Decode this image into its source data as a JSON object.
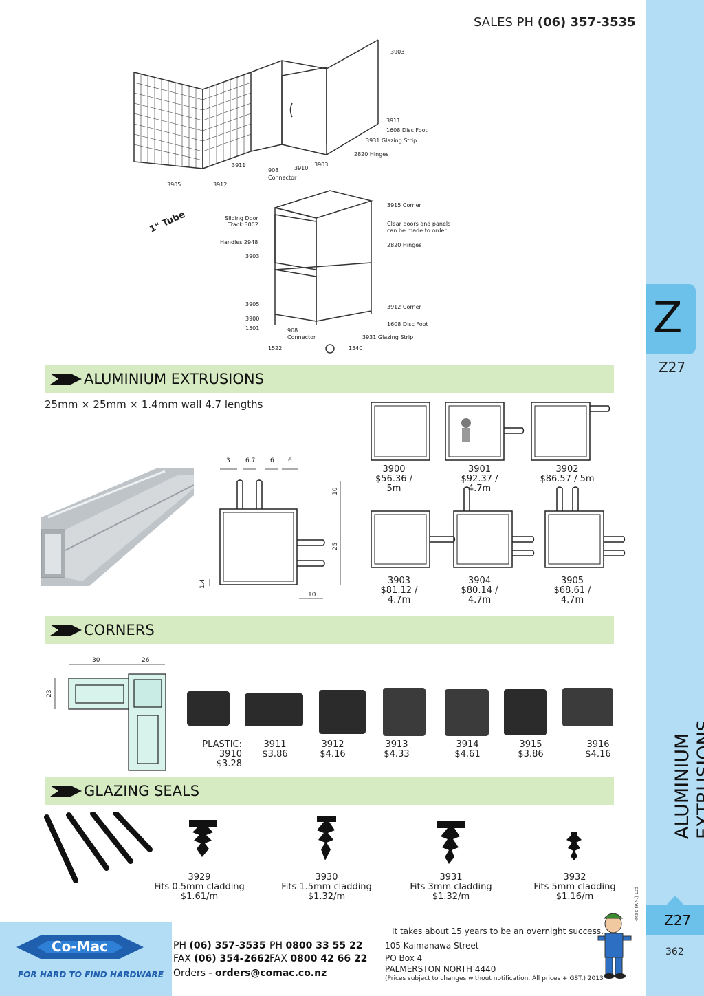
{
  "header": {
    "sales_label": "SALES  PH",
    "sales_phone": "(06) 357-3535"
  },
  "sidebar": {
    "tab_letter": "Z",
    "tab_code": "Z27",
    "vertical_title": "ALUMINIUM EXTRUSIONS, CORNERS & GLAZING SEALS",
    "copyright": "© Co-Mac (P.N.) Ltd 2013",
    "bottom_code": "Z27",
    "page_number": "362"
  },
  "diagram_top": {
    "labels": [
      "3903",
      "3911",
      "1608 Disc Foot",
      "3931 Glazing Strip",
      "2820 Hinges",
      "3903",
      "3910",
      "908 Connector",
      "3911",
      "3905",
      "3912"
    ],
    "tube_label": "1\" Tube"
  },
  "diagram_cabinet": {
    "left_labels": [
      "Sliding Door",
      "Track 3002",
      "Handles 2948",
      "3903",
      "3905",
      "3900",
      "1501",
      "1522"
    ],
    "right_labels": [
      "3915 Corner",
      "Clear doors and panels",
      "can be made to order",
      "2820 Hinges",
      "3912 Corner",
      "1608 Disc Foot",
      "3931 Glazing Strip",
      "1540"
    ],
    "connector_label": "908",
    "connector_label2": "Connector"
  },
  "extrusions": {
    "title": "ALUMINIUM EXTRUSIONS",
    "subtitle": "25mm × 25mm × 1.4mm wall 4.7 lengths",
    "dims": {
      "d1": "3",
      "d2": "6.7",
      "d3": "6",
      "d4": "6",
      "h1": "10",
      "h2": "25",
      "w1": "1.4",
      "w2": "10"
    },
    "products": [
      {
        "code": "3900",
        "price": "$56.36 / 5m"
      },
      {
        "code": "3901",
        "price": "$92.37 / 4.7m"
      },
      {
        "code": "3902",
        "price": "$86.57 / 5m"
      },
      {
        "code": "3903",
        "price": "$81.12 / 4.7m"
      },
      {
        "code": "3904",
        "price": "$80.14 / 4.7m"
      },
      {
        "code": "3905",
        "price": "$68.61 / 4.7m"
      }
    ]
  },
  "corners": {
    "title": "CORNERS",
    "dims": {
      "w1": "30",
      "w2": "26",
      "h": "23"
    },
    "items": [
      {
        "code": "PLASTIC: 3910",
        "price": "$3.28"
      },
      {
        "code": "3911",
        "price": "$3.86"
      },
      {
        "code": "3912",
        "price": "$4.16"
      },
      {
        "code": "3913",
        "price": "$4.33"
      },
      {
        "code": "3914",
        "price": "$4.61"
      },
      {
        "code": "3915",
        "price": "$3.86"
      },
      {
        "code": "3916",
        "price": "$4.16"
      }
    ]
  },
  "glazing": {
    "title": "GLAZING SEALS",
    "items": [
      {
        "code": "3929",
        "desc": "Fits 0.5mm cladding",
        "price": "$1.61/m"
      },
      {
        "code": "3930",
        "desc": "Fits 1.5mm cladding",
        "price": "$1.32/m"
      },
      {
        "code": "3931",
        "desc": "Fits 3mm cladding",
        "price": "$1.32/m"
      },
      {
        "code": "3932",
        "desc": "Fits 5mm cladding",
        "price": "$1.16/m"
      }
    ]
  },
  "footer": {
    "logo_text": "Co-Mac",
    "tagline": "FOR HARD TO FIND HARDWARE",
    "quote": "It takes about 15 years to be an overnight success.",
    "ph_label": "PH",
    "ph": "(06) 357-3535",
    "ph2_label": "PH",
    "ph2": "0800 33 55 22",
    "fax_label": "FAX",
    "fax": "(06) 354-2662",
    "fax2_label": "FAX",
    "fax2": "0800 42 66 22",
    "orders_label": "Orders -",
    "orders_email": "orders@comac.co.nz",
    "address1": "105 Kaimanawa Street",
    "address2": "PO Box 4",
    "address3": "PALMERSTON NORTH 4440",
    "disclaimer": "(Prices subject to changes without notification.  All prices + GST.)  2013"
  },
  "colors": {
    "sidebar": "#b3dcf5",
    "tab": "#6cc1ea",
    "section_bar": "#d7ebc3",
    "logo_blue": "#1f5fae"
  }
}
